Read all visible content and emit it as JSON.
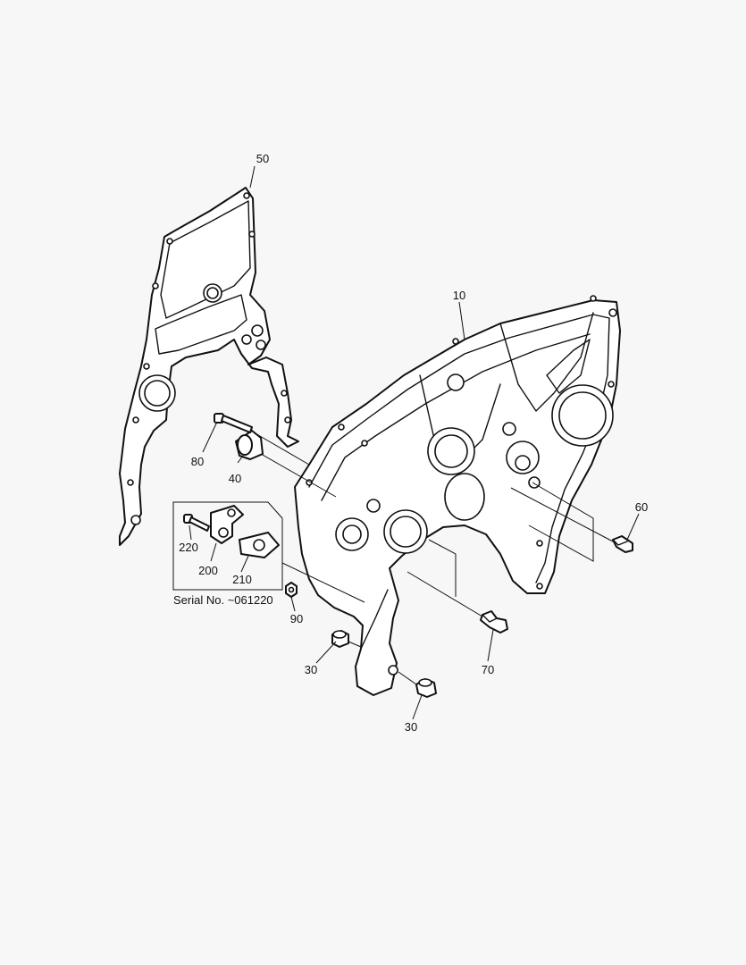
{
  "diagram": {
    "callouts": {
      "c10": "10",
      "c30a": "30",
      "c30b": "30",
      "c40": "40",
      "c50": "50",
      "c60": "60",
      "c70": "70",
      "c80": "80",
      "c90": "90",
      "c200": "200",
      "c210": "210",
      "c220": "220"
    },
    "serial_note": "Serial No. ~061220"
  }
}
